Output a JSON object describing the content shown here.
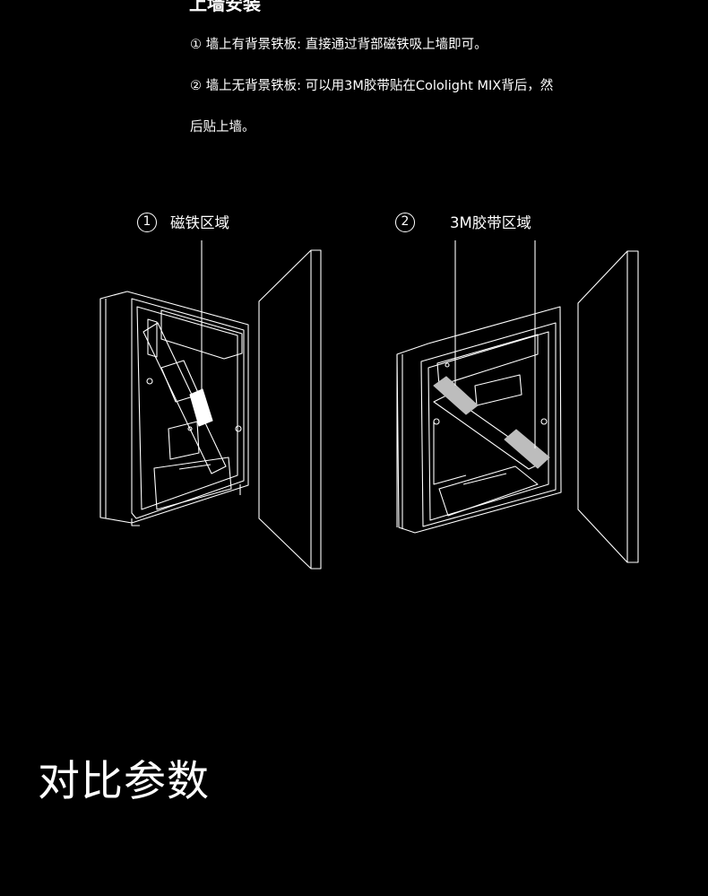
{
  "install": {
    "title": "上墙安装",
    "line1": "① 墙上有背景铁板: 直接通过背部磁铁吸上墙即可。",
    "line2": "② 墙上无背景铁板: 可以用3M胶带贴在Cololight MIX背后，然",
    "line3": "后贴上墙。"
  },
  "diagram": {
    "callout1": {
      "number": "1",
      "label": "磁铁区域"
    },
    "callout2": {
      "number": "2",
      "label": "3M胶带区域"
    }
  },
  "compare": {
    "title": "对比参数"
  }
}
